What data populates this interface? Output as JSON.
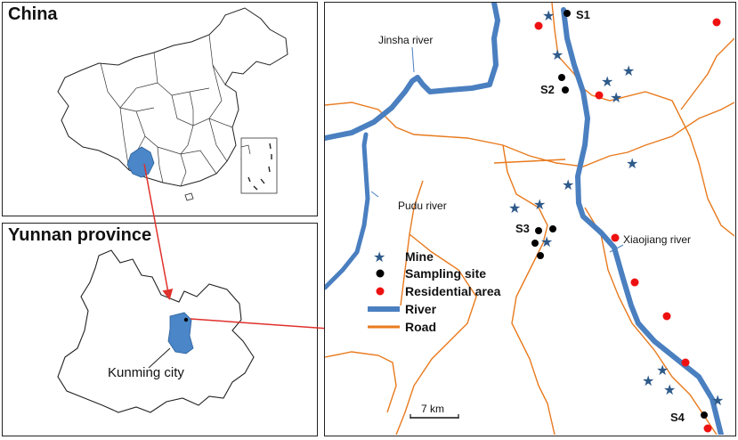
{
  "panels": {
    "china": {
      "title": "China"
    },
    "yunnan": {
      "title": "Yunnan province",
      "city_label": "Kunming city"
    }
  },
  "rivers": {
    "jinsha": "Jinsha river",
    "pudu": "Pudu river",
    "xiaojiang": "Xiaojiang river"
  },
  "sites": {
    "s1": "S1",
    "s2": "S2",
    "s3": "S3",
    "s4": "S4"
  },
  "legend": {
    "items": [
      {
        "label": "Mine",
        "symbol": "star-icon",
        "color": "#2e5a8a"
      },
      {
        "label": "Sampling site",
        "symbol": "black-dot",
        "color": "#000000"
      },
      {
        "label": "Residential area",
        "symbol": "red-dot",
        "color": "#ee1111"
      },
      {
        "label": "River",
        "symbol": "blue-line",
        "color": "#4a7fc0"
      },
      {
        "label": "Road",
        "symbol": "orange-line",
        "color": "#e87a1e"
      }
    ]
  },
  "scale_bar": {
    "label": "7 km"
  },
  "colors": {
    "river": "#4a7fc0",
    "road": "#e87a1e",
    "mine": "#2e5a8a",
    "residential": "#ee1111",
    "highlight": "#4a86c8",
    "arrow": "#e0312c"
  }
}
